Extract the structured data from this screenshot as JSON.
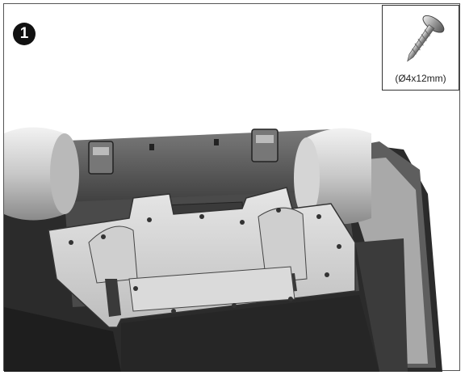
{
  "step": {
    "number": "1"
  },
  "screw": {
    "label": "(Ø4x12mm)",
    "icon": "screw-icon"
  },
  "illustration": {
    "icon": "assembly-illustration"
  }
}
